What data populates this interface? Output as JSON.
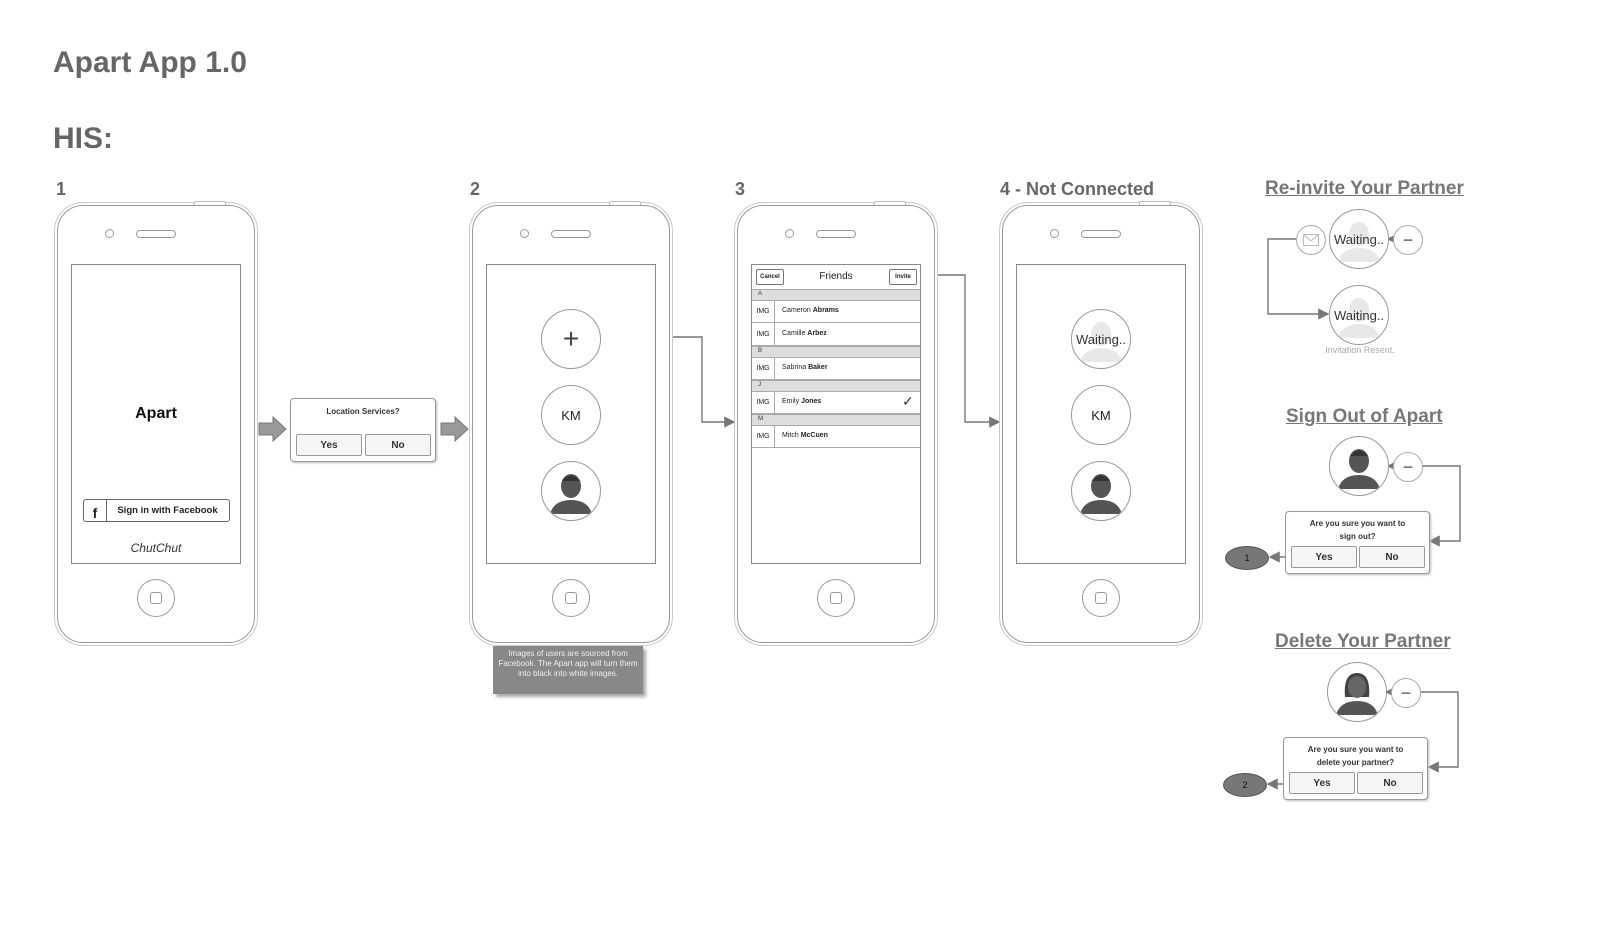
{
  "title": "Apart App 1.0",
  "subtitle": "HIS:",
  "screens": [
    {
      "label": "1",
      "app_name": "Apart",
      "facebook_icon": "f",
      "facebook_button": "Sign in with Facebook",
      "footer": "ChutChut"
    },
    {
      "label": "2",
      "plus": "+",
      "initials": "KM"
    },
    {
      "label": "3",
      "cancel": "Cancel",
      "header": "Friends",
      "invite": "Invite",
      "sections": [
        {
          "letter": "A",
          "rows": [
            {
              "img": "IMG",
              "first": "Cameron",
              "last": "Abrams"
            },
            {
              "img": "IMG",
              "first": "Camille",
              "last": "Arbez"
            }
          ]
        },
        {
          "letter": "B",
          "rows": [
            {
              "img": "IMG",
              "first": "Sabrina",
              "last": "Baker"
            }
          ]
        },
        {
          "letter": "J",
          "rows": [
            {
              "img": "IMG",
              "first": "Emily",
              "last": "Jones",
              "checked": true
            }
          ]
        },
        {
          "letter": "M",
          "rows": [
            {
              "img": "IMG",
              "first": "Mitch",
              "last": "McCuen"
            }
          ]
        }
      ],
      "check": "✓"
    },
    {
      "label": "4 - Not Connected",
      "waiting": "Waiting..",
      "initials": "KM"
    }
  ],
  "location_dialog": {
    "question": "Location Services?",
    "yes": "Yes",
    "no": "No"
  },
  "note": "Images of users are sourced from Facebook.  The Apart app will turn them into black into white images.",
  "reinvite": {
    "title": "Re-invite Your Partner",
    "waiting": "Waiting..",
    "minus": "−",
    "resent": "Invitation Resent."
  },
  "sign_out": {
    "title": "Sign Out of Apart",
    "minus": "−",
    "question_line1": "Are you sure you want to",
    "question_line2": "sign out?",
    "yes": "Yes",
    "no": "No",
    "target": "1"
  },
  "delete_partner": {
    "title": "Delete Your Partner",
    "minus": "−",
    "question_line1": "Are you sure you want to",
    "question_line2": "delete your partner?",
    "yes": "Yes",
    "no": "No",
    "target": "2"
  }
}
